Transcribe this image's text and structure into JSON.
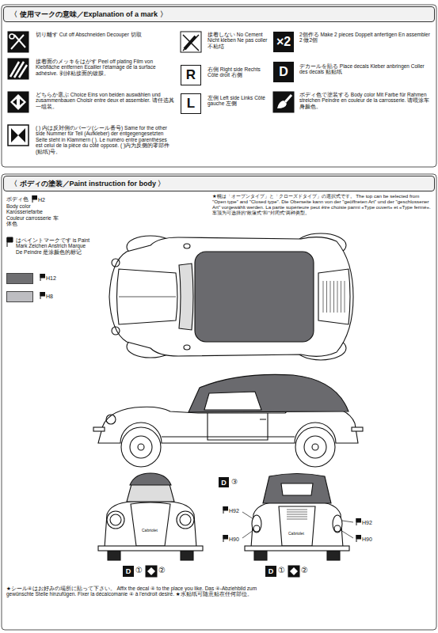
{
  "diagram": {
    "nodes": [
      {
        "text": [
          "〈 使用マークの意味／Explanation of a mark 〉"
        ]
      },
      {
        "text": [
          "R"
        ]
      },
      {
        "text": [
          "L"
        ]
      },
      {
        "text": [
          "×2"
        ]
      },
      {
        "text": [
          "D"
        ]
      },
      {
        "text": [
          "〈 ボディの塗装／Paint instruction for body 〉"
        ]
      },
      {
        "text": [
          "D"
        ]
      },
      {
        "text": [
          "D"
        ]
      },
      {
        "text": [
          "D"
        ]
      }
    ],
    "labels": [
      "切り離す Cut off Abschneiden Decouper 切取",
      "接着面のメッキをはがす Peel off plating Film von Klebfläche entfernen Ecailler l'étamage de la surface adhésive. 剥掉粘接面的镀膜。",
      "どちらか選ぶ Choice Eins von beiden auswählen und zusammenbauen Choisir entre deux et assembler. 请任选其一组装。",
      "( ) 内は反対側のパーツ(シール番号) Same for the other side Nummer für Teil (Aufkleber) der entgegengesetzten Seite steht in Klammern ( ). Le numéro entre parenthèses est celui de la pièce du côté opposé. ( )内为反侧的零部件(贴纸)号。",
      "接着しない No Cement Nicht kleben Ne pas coller 不粘结",
      "右側 Right side Rechts Côté droit 右侧",
      "左側 Left side Links Côté gauche 左侧",
      "2個作る Make 2 pieces Doppelt anfertigen En assembler 2 做2個",
      "デカールを貼る Place decals Kleber anbringen Coller des decals 贴贴纸",
      "ボディ色で塗装する Body color Mit Farbe für Rahmen streichen Peindre en couleur de la carrosserie. 请喂涂车身颜色。",
      "ボディ色",
      "H2",
      "Body color Karosseriefarbe Couleur carrosserie 车体色",
      "はペイントマークです is Paint Mark Zeichen Anstrich Marque De Peindre 是涂颜色的标记",
      "★幌は「オープンタイプ」と「クローズドタイプ」の選択式です。 The top can be selected from \"Open type\" and \"Closed type\". Die Oberseite kann von der \"geöffneten Art\" und der \"geschlossener Art\" vorgewählt werden. La partie supérieure peut être choisie parmi «Type ouvert» et «Type fermé». 车顶为可选择的\"敞篷式\"和\"封闭式\"两种类型。",
      "③",
      "H92",
      "H90",
      "H92",
      "H90",
      "Cabriolet",
      "Cabriolet",
      "①",
      "②",
      "①",
      "②",
      "★シール④はお好みの場所に貼って下さい。 Affix the decal ④ to the place you like. Das ④-Abziehbild zum gewünschte Stelle hinzufügen. Fixer la décalcomanie ④ à l'endroit desiré. ★水贴纸可随意贴在任何部位。"
    ],
    "legend": [
      {
        "text": "H12",
        "color": "#6f6f72"
      },
      {
        "text": "H8",
        "color": "#bdbdc1"
      }
    ]
  }
}
